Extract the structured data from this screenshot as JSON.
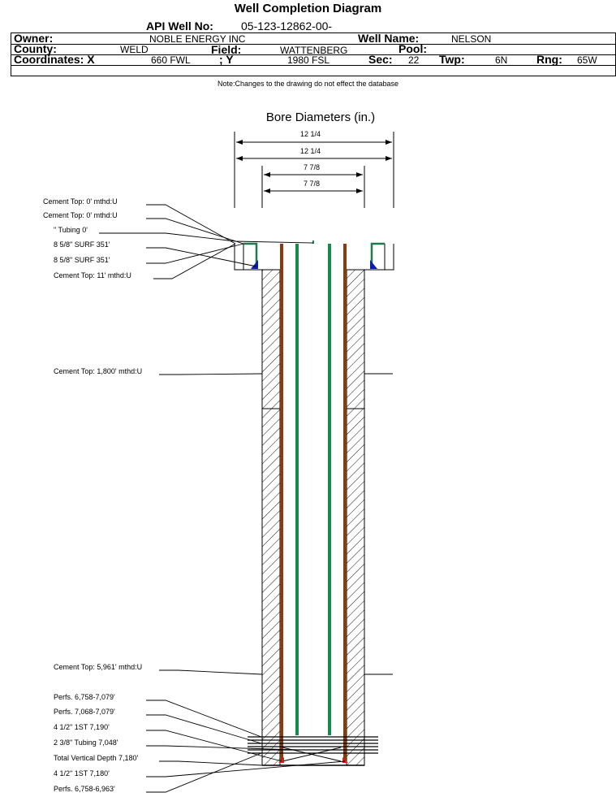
{
  "header": {
    "title": "Well Completion Diagram",
    "api_label": "API Well No:",
    "api_value": "05-123-12862-00-",
    "owner_label": "Owner:",
    "owner_value": "NOBLE ENERGY INC",
    "well_name_label": "Well Name:",
    "well_name_value": "NELSON",
    "county_label": "County:",
    "county_value": "WELD",
    "field_label": "Field:",
    "field_value": "WATTENBERG",
    "pool_label": "Pool:",
    "pool_value": "",
    "coords_label": "Coordinates: X",
    "x_value": "660 FWL",
    "y_label": "; Y",
    "y_value": "1980 FSL",
    "sec_label": "Sec:",
    "sec_value": "22",
    "twp_label": "Twp:",
    "twp_value": "6N",
    "rng_label": "Rng:",
    "rng_value": "65W",
    "note": "Note:Changes to the drawing do not effect the database"
  },
  "diagram": {
    "bore_title": "Bore Diameters (in.)",
    "bore_dims": [
      "12 1/4",
      "12 1/4",
      "7 7/8",
      "7 7/8"
    ],
    "callouts": [
      "Cement Top: 0' mthd:U",
      "Cement Top: 0' mthd:U",
      "\" Tubing 0'",
      "8 5/8\" SURF       351'",
      "8 5/8\" SURF       351'",
      "Cement Top: 11' mthd:U",
      "Cement Top: 1,800' mthd:U",
      "Cement Top: 5,961' mthd:U",
      "Perfs. 6,758-7,079'",
      "Perfs. 7,068-7,079'",
      "4 1/2\" 1ST       7,190'",
      "2 3/8\" Tubing 7,048'",
      "Total Vertical Depth 7,180'",
      "4 1/2\" 1ST       7,180'",
      "Perfs. 6,758-6,963'"
    ],
    "colors": {
      "surface_casing": "#1f7a4d",
      "production_casing": "#8b3a0f",
      "tubing": "#1a8a4a",
      "cement_shoe": "#0b1fae",
      "shoe_red": "#d4200c"
    }
  }
}
